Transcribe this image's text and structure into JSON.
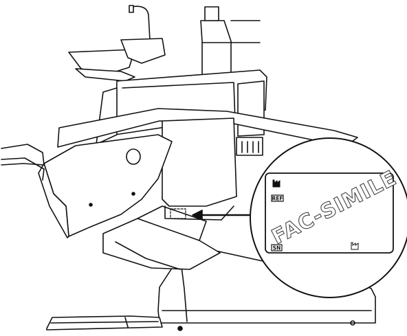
{
  "figure": {
    "label_plate": {
      "symbols": {
        "ref_label": "REF",
        "sn_label": "SN",
        "manufacturer_icon": "factory-filled-icon",
        "date_of_manufacture_icon": "factory-outline-icon"
      },
      "watermark": "FAC-SIMILE"
    }
  }
}
